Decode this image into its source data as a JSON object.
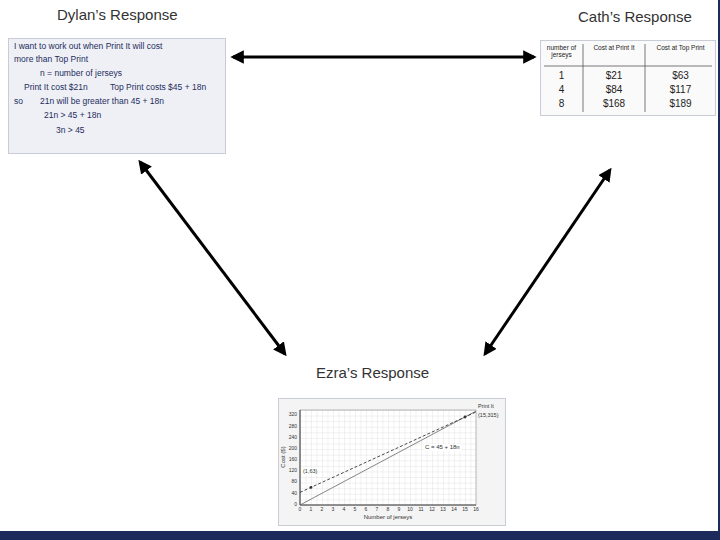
{
  "diagram": {
    "nodes": [
      {
        "text": [
          "Dylan’s Response"
        ]
      },
      {
        "text": [
          "Cath’s Response"
        ]
      },
      {
        "text": [
          "Ezra’s Response"
        ]
      }
    ],
    "edges": [
      {
        "from": 0,
        "to": 1,
        "arrow": "both"
      },
      {
        "from": 0,
        "to": 2,
        "arrow": "both"
      },
      {
        "from": 1,
        "to": 2,
        "arrow": "both"
      }
    ],
    "labels": [
      "I want to work out when Print It will cost",
      "more than Top Print",
      "n = number of jerseys",
      "Print It cost $21n",
      "Top Print costs $45 + 18n",
      "so",
      "21n will be greater than 45 + 18n",
      "21n > 45 + 18n",
      "3n > 45",
      "number of jerseys",
      "Cost at Print It",
      "Cost at Top Print",
      "1",
      "$21",
      "$63",
      "4",
      "$84",
      "$117",
      "8",
      "$168",
      "$189",
      "Cost ($)",
      "0",
      "40",
      "80",
      "120",
      "160",
      "200",
      "240",
      "280",
      "320",
      "0",
      "1",
      "2",
      "3",
      "4",
      "5",
      "6",
      "7",
      "8",
      "9",
      "10",
      "11",
      "12",
      "13",
      "14",
      "15",
      "16",
      "Number of jerseys",
      "Print It",
      "(15,315)",
      "C = 45 + 18n",
      "(1,63)"
    ]
  }
}
